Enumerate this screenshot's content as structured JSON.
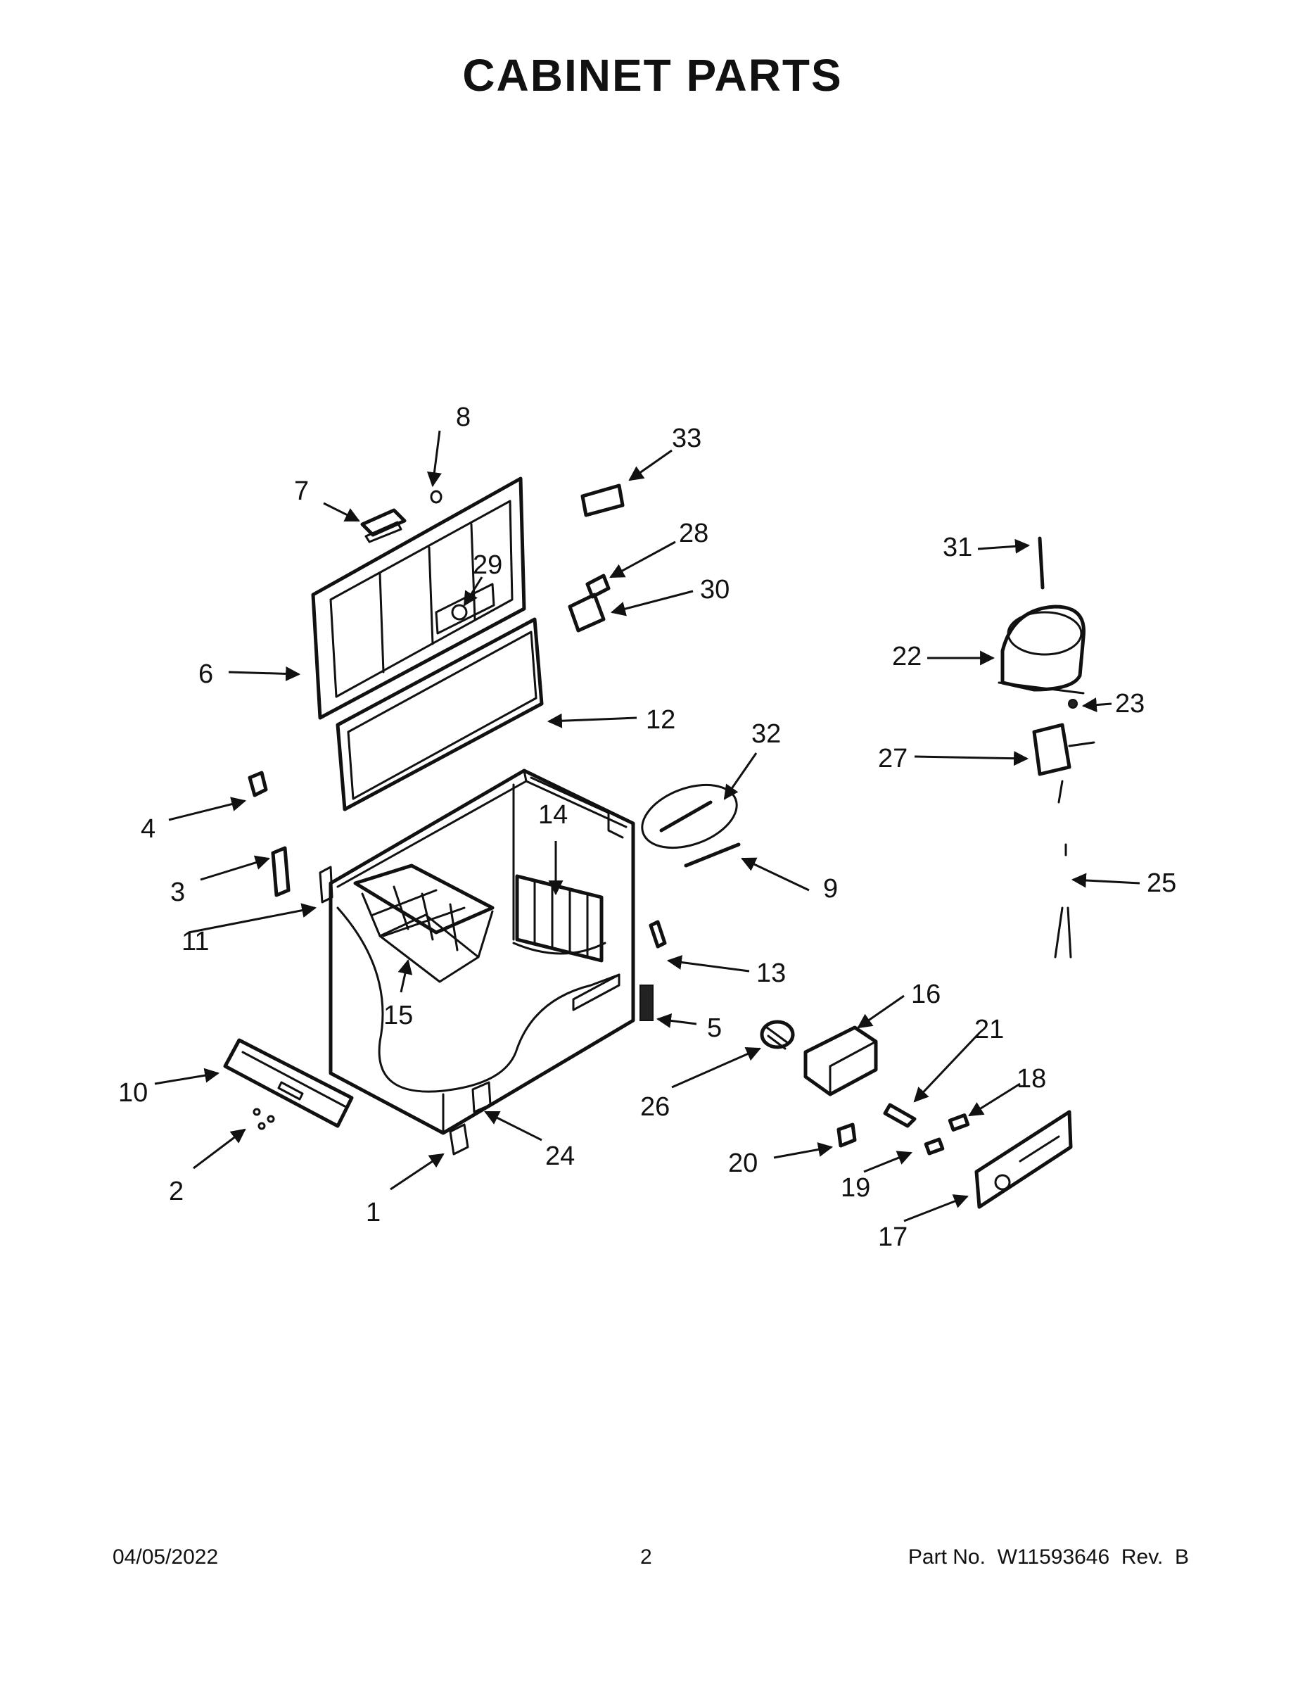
{
  "page": {
    "title": "CABINET PARTS"
  },
  "callouts": {
    "c1": "1",
    "c2": "2",
    "c3": "3",
    "c4": "4",
    "c5": "5",
    "c6": "6",
    "c7": "7",
    "c8": "8",
    "c9": "9",
    "c10": "10",
    "c11": "11",
    "c12": "12",
    "c13": "13",
    "c14": "14",
    "c15": "15",
    "c16": "16",
    "c17": "17",
    "c18": "18",
    "c19": "19",
    "c20": "20",
    "c21": "21",
    "c22": "22",
    "c23": "23",
    "c24": "24",
    "c25": "25",
    "c26": "26",
    "c27": "27",
    "c28": "28",
    "c29": "29",
    "c30": "30",
    "c31": "31",
    "c32": "32",
    "c33": "33"
  },
  "footer": {
    "date": "04/05/2022",
    "page_number": "2",
    "part_info": "Part No.  W11593646  Rev.  B"
  }
}
